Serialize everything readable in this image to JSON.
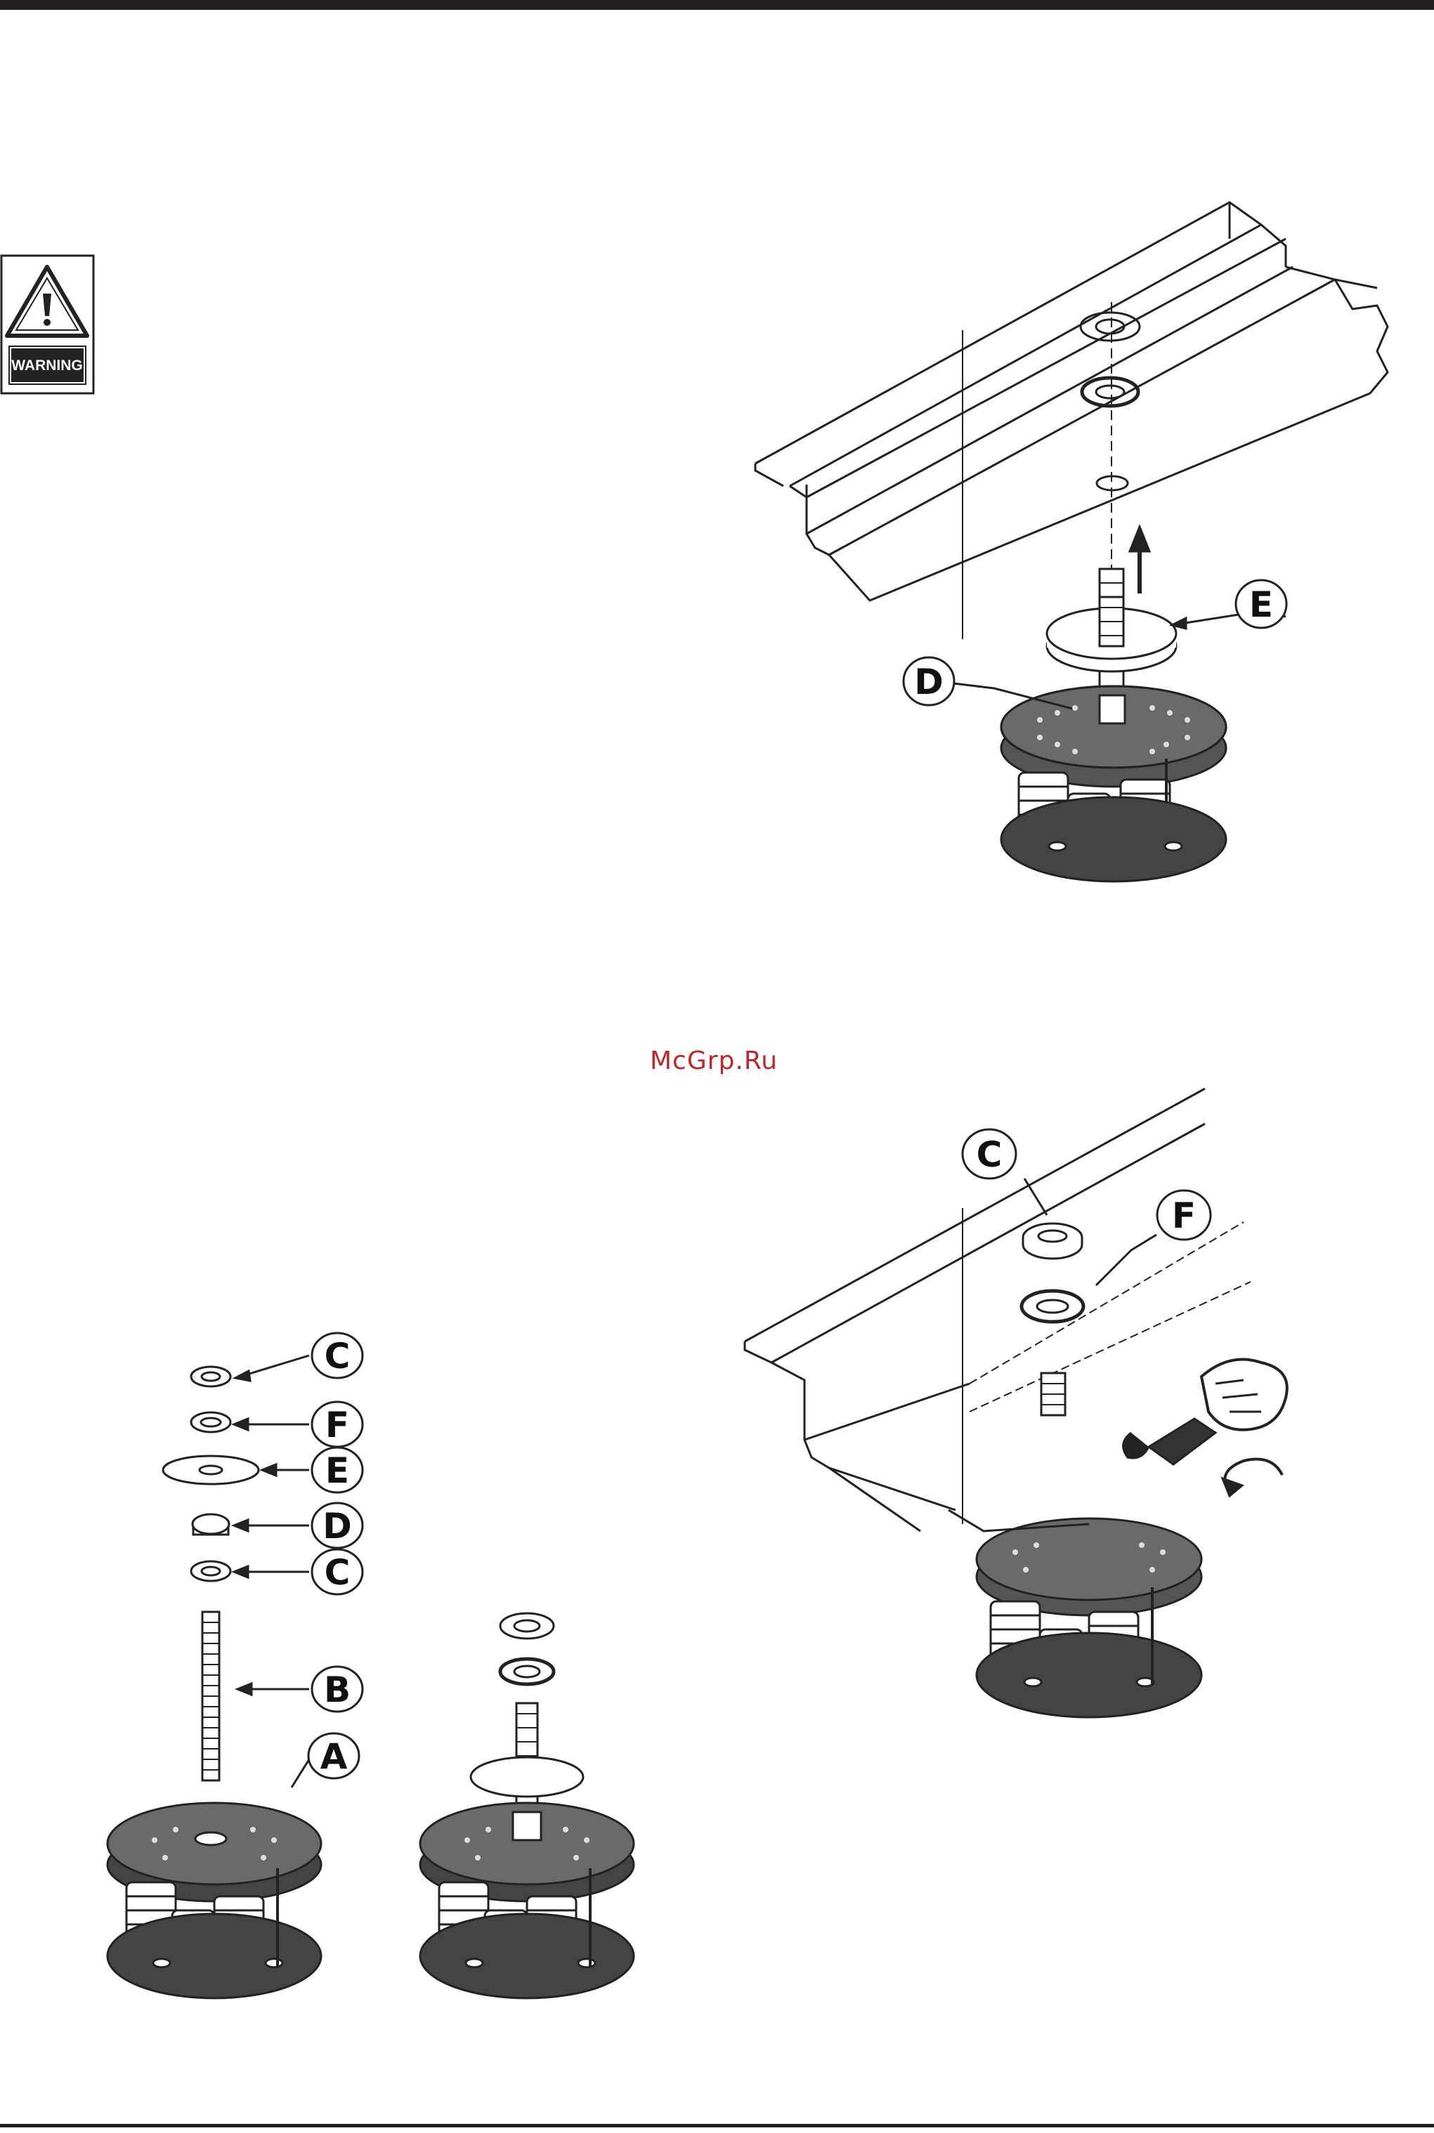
{
  "watermark": "McGrp.Ru",
  "warning_icon": {
    "icon": "warning-triangle-icon",
    "label": "WARNING"
  },
  "figure_top": {
    "callouts": [
      "E",
      "D"
    ]
  },
  "figure_bottom_left": {
    "callouts": [
      "C",
      "F",
      "E",
      "D",
      "C",
      "B",
      "A"
    ]
  },
  "figure_bottom_right": {
    "callouts": [
      "C",
      "F"
    ]
  },
  "colors": {
    "rule": "#231f20",
    "watermark": "#c0272d"
  }
}
